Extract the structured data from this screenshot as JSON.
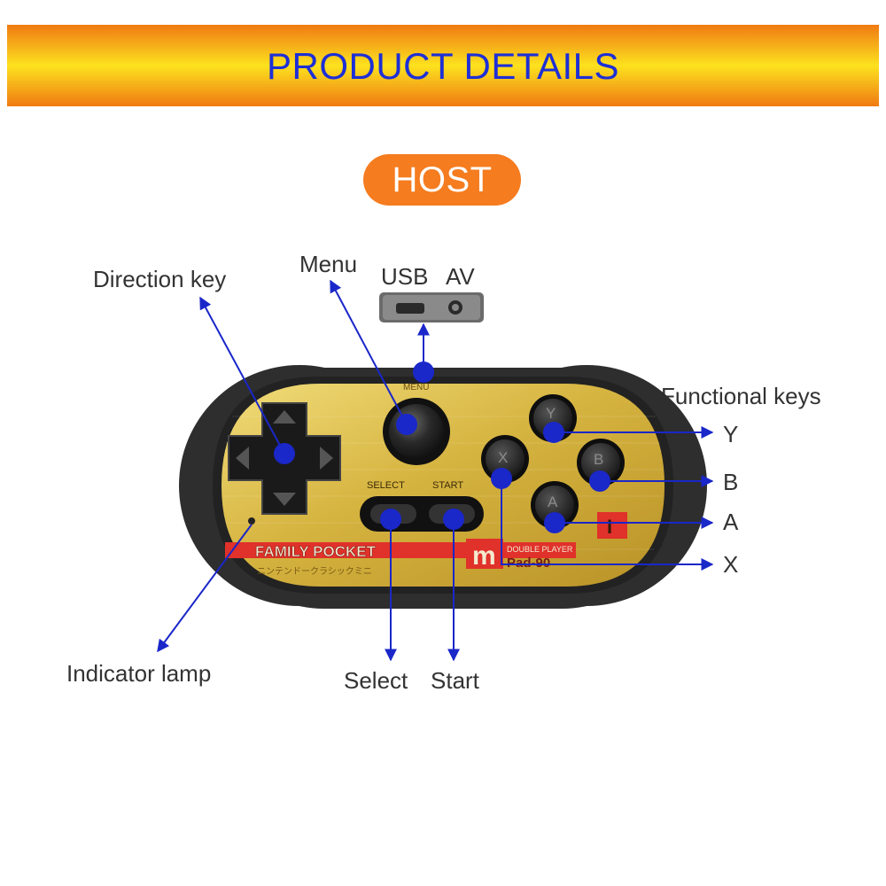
{
  "header": {
    "title": "PRODUCT DETAILS"
  },
  "section": {
    "title": "HOST"
  },
  "labels": {
    "direction_key": "Direction key",
    "menu": "Menu",
    "usb": "USB",
    "av": "AV",
    "functional_keys": "Functional keys",
    "y": "Y",
    "b": "B",
    "a": "A",
    "x": "X",
    "indicator_lamp": "Indicator lamp",
    "select": "Select",
    "start": "Start"
  },
  "device": {
    "menu_text": "MENU",
    "select_text": "SELECT",
    "start_text": "START",
    "family_pocket": "FAMILY POCKET",
    "japanese_text": "ニンテンドークラシックミニ",
    "logo_letter": "m",
    "double_player": "DOUBLE PLAYER",
    "model": "Pad-90",
    "button_y": "Y",
    "button_x": "X",
    "button_b": "B",
    "button_a": "A",
    "badge": "I"
  },
  "colors": {
    "accent_blue": "#1d2fd6",
    "pointer_blue": "#1a27c9",
    "pill_orange": "#f57c1f",
    "label_text": "#333333",
    "device_body": "#2e2e2e",
    "device_panel": "#d8b645"
  }
}
